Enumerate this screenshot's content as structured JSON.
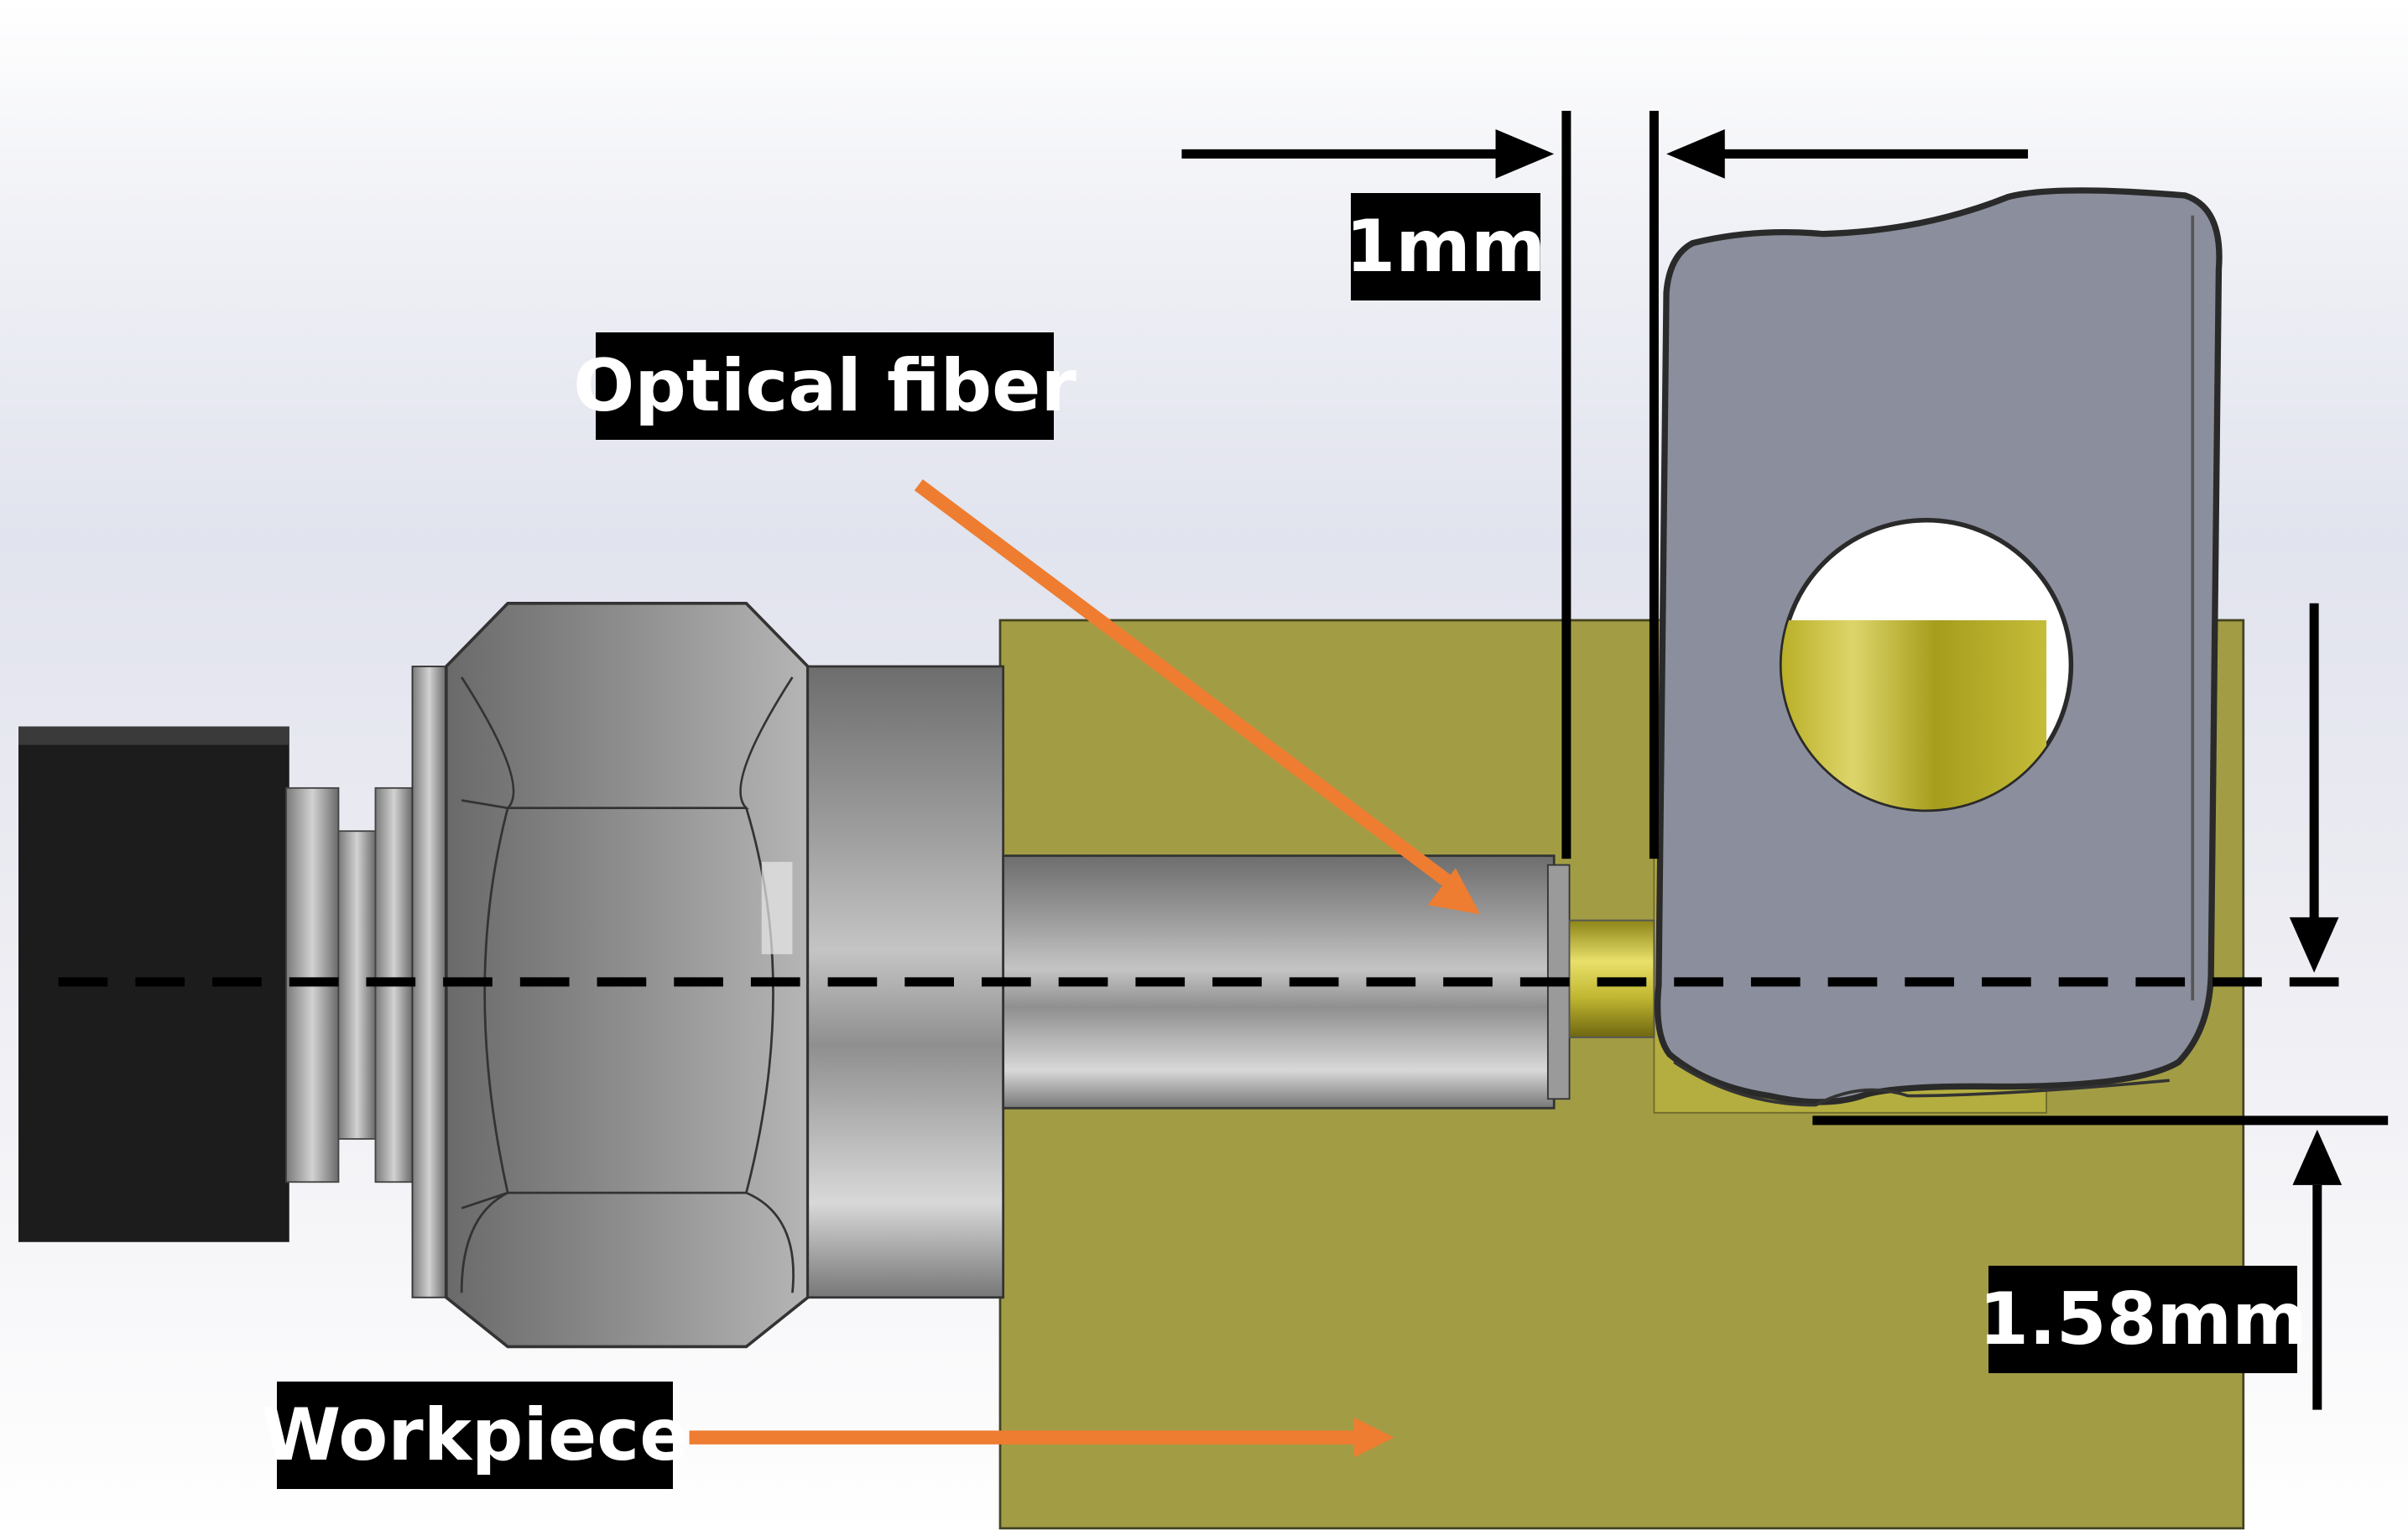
{
  "labels": {
    "optical_fiber": "Optical fiber",
    "workpiece": "Workpiece",
    "gap_dimension": "1mm",
    "height_dimension": "1.58mm"
  },
  "colors": {
    "workpiece": "#a29d45",
    "arrow": "#ee7d31",
    "insert": "#8b8e9c",
    "label_bg": "#000000",
    "label_text": "#ffffff",
    "cable": "#1a1a1a",
    "steel": "#8f8f8f"
  }
}
